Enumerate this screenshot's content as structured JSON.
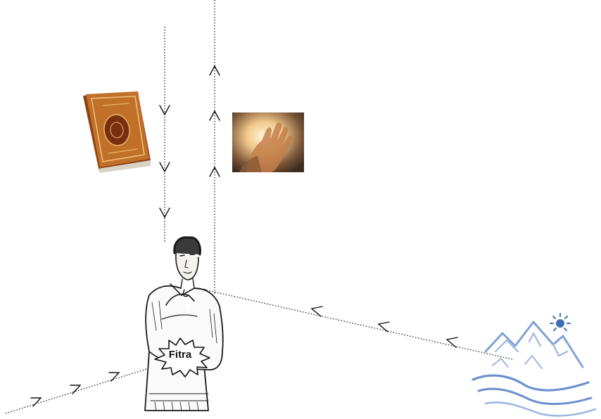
{
  "diagram": {
    "center_label": "Fitra",
    "colors": {
      "line": "#222222",
      "book_cover": "#b5651d",
      "book_ornament": "#7a2e10",
      "mountain": "#7fa2d6",
      "water": "#6b8fcf",
      "sun": "#3f6fb5",
      "hand_glow": "#f6d7a6",
      "photo_bg": "#5a4330"
    },
    "icons": [
      "book-icon",
      "praying-hand-photo",
      "person-figure",
      "mountain-river-icon"
    ]
  }
}
